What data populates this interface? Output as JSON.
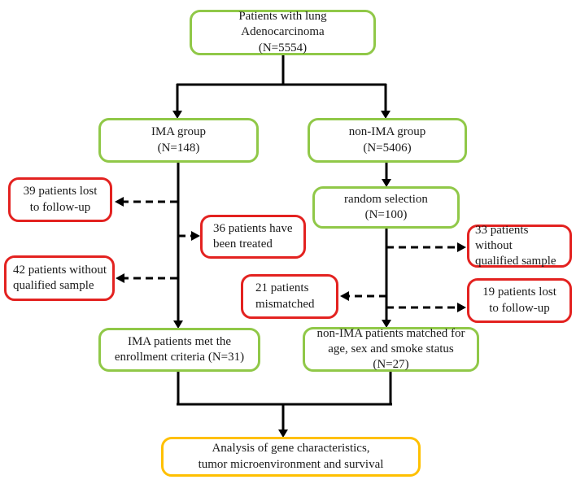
{
  "boxes": {
    "patients": {
      "label": "Patients with lung Adenocarcinoma\n(N=5554)"
    },
    "ima_group": {
      "label": "IMA group\n(N=148)"
    },
    "non_ima_group": {
      "label": "non-IMA group\n(N=5406)"
    },
    "lost_followup_39": {
      "label": "39 patients lost\nto follow-up"
    },
    "treated_36": {
      "label": "36 patients have\nbeen treated"
    },
    "no_sample_42": {
      "label": "42 patients without\nqualified sample"
    },
    "random_selection": {
      "label": "random selection\n(N=100)"
    },
    "no_sample_33": {
      "label": "33 patients without\nqualified sample"
    },
    "mismatched_21": {
      "label": "21 patients\nmismatched"
    },
    "lost_followup_19": {
      "label": "19 patients lost\nto follow-up"
    },
    "ima_enrolled": {
      "label": "IMA patients met the\nenrollment criteria (N=31)"
    },
    "non_ima_matched": {
      "label": "non-IMA patients matched for\nage, sex and smoke status (N=27)"
    },
    "analysis": {
      "label": "Analysis of gene characteristics,\ntumor microenvironment and survival"
    }
  },
  "colors": {
    "green": "#90c848",
    "red": "#e32220",
    "gold": "#ffc000",
    "line": "#000000",
    "text": "#1a1a1a"
  }
}
